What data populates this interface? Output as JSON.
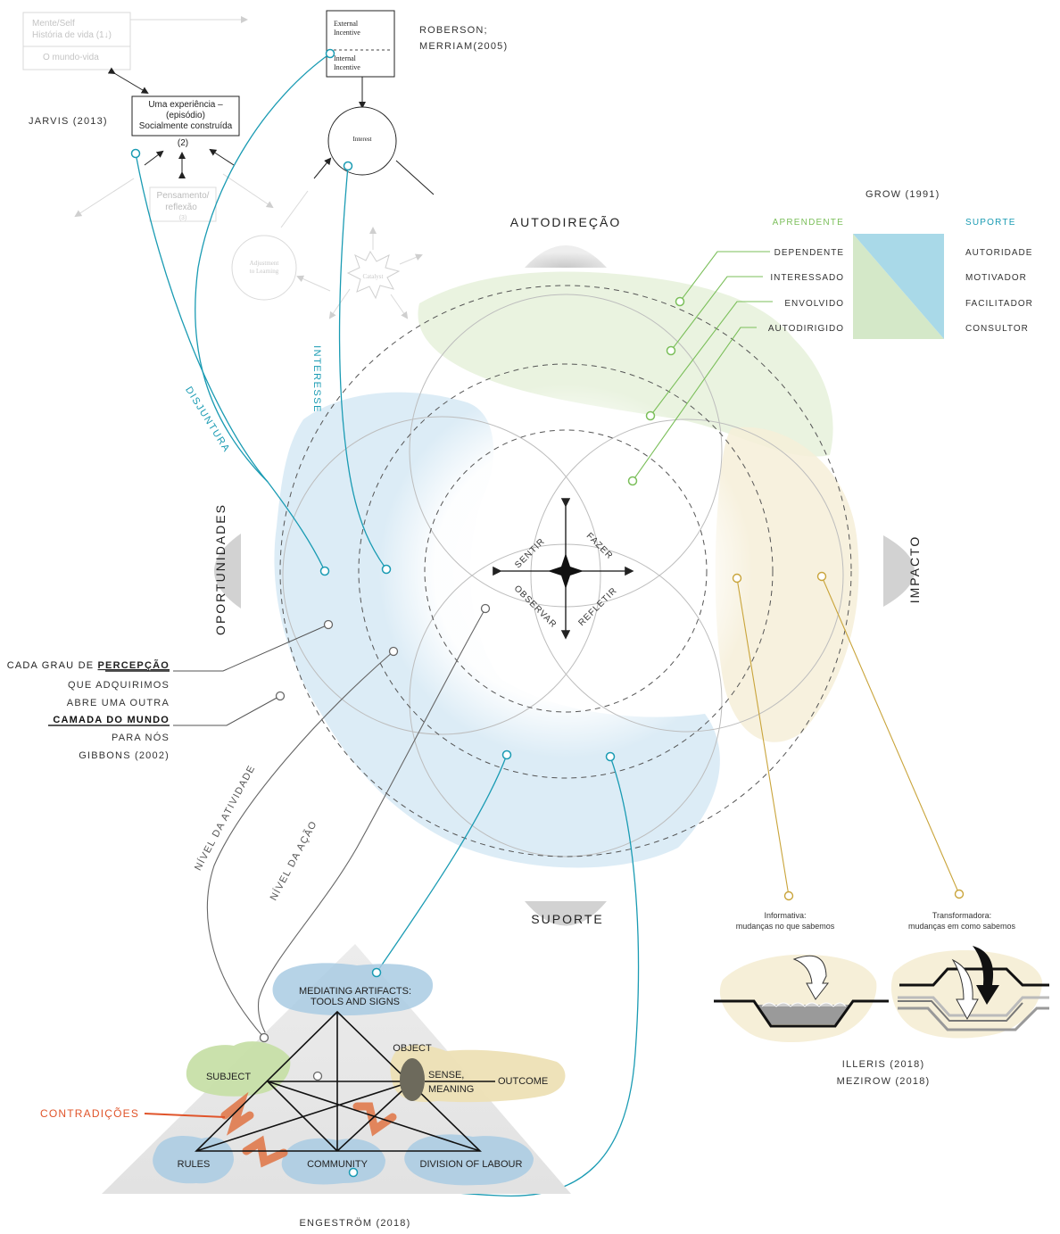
{
  "refs": {
    "jarvis": "JARVIS (2013)",
    "roberson_1": "ROBERSON;",
    "roberson_2": "MERRIAM(2005)",
    "grow": "GROW (1991)",
    "gibbons": "GIBBONS (2002)",
    "illeris": "ILLERIS (2018)",
    "mezirow": "MEZIROW (2018)",
    "engestrom": "ENGESTRÖM (2018)"
  },
  "axes": {
    "top": "AUTODIREÇÃO",
    "bottom": "SUPORTE",
    "left": "OPORTUNIDADES",
    "right": "IMPACTO"
  },
  "compass": {
    "sentir": "SENTIR",
    "fazer": "FAZER",
    "observar": "OBSERVAR",
    "refletir": "REFLETIR"
  },
  "jarvis_diagram": {
    "mente_self": "Mente/Self",
    "historia": "História de vida (1↓)",
    "mundo_vida": "O mundo-vida",
    "experiencia_1": "Uma experiência –",
    "experiencia_2": "(episódio)",
    "experiencia_3": "Socialmente construída",
    "experiencia_4": "(2)",
    "pensamento_1": "Pensamento/",
    "pensamento_2": "reflexão",
    "pensamento_3": "(3)"
  },
  "roberson_diagram": {
    "external_1": "External",
    "external_2": "Incentive",
    "internal_1": "Internal",
    "internal_2": "Incentive",
    "interest": "Interest",
    "adjustment_1": "Adjustment",
    "adjustment_2": "to Learning",
    "catalyst": "Catalyst"
  },
  "grow": {
    "aprendente_heading": "APRENDENTE",
    "suporte_heading": "SUPORTE",
    "aprendente": [
      "DEPENDENTE",
      "INTERESSADO",
      "ENVOLVIDO",
      "AUTODIRIGIDO"
    ],
    "suporte": [
      "AUTORIDADE",
      "MOTIVADOR",
      "FACILITADOR",
      "CONSULTOR"
    ]
  },
  "curves": {
    "disjuntura": "DISJUNTURA",
    "interesse": "INTERESSE",
    "nivel_atividade": "NÍVEL DA ATIVIDADE",
    "nivel_acao": "NÍVEL DA AÇÃO"
  },
  "gibbons_quote": {
    "l1_a": "CADA GRAU DE ",
    "l1_b": "PERCEPÇÃO",
    "l2": "QUE ADQUIRIMOS",
    "l3": "ABRE UMA OUTRA",
    "l4": "CAMADA DO MUNDO",
    "l5": "PARA NÓS"
  },
  "illeris_diagram": {
    "informativa_1": "Informativa:",
    "informativa_2": "mudanças no que sabemos",
    "transformadora_1": "Transformadora:",
    "transformadora_2": "mudanças em como sabemos"
  },
  "engestrom_diagram": {
    "mediating_1": "MEDIATING ARTIFACTS:",
    "mediating_2": "TOOLS AND SIGNS",
    "object": "OBJECT",
    "sense_1": "SENSE,",
    "sense_2": "MEANING",
    "outcome": "OUTCOME",
    "subject": "SUBJECT",
    "contradicoes": "CONTRADIÇÕES",
    "rules": "RULES",
    "community": "COMMUNITY",
    "division": "DIVISION OF LABOUR"
  },
  "colors": {
    "teal": "#1a9bb3",
    "green": "#7bbf5a",
    "gold": "#c9a43a",
    "orange": "#e0542a",
    "grey_line": "#555555",
    "blob_blue": "#d6e9f5",
    "blob_green": "#e3efd6",
    "blob_yellow": "#f6efd8",
    "grow_green": "#d4e8c8",
    "grow_blue": "#a9d9e8"
  }
}
